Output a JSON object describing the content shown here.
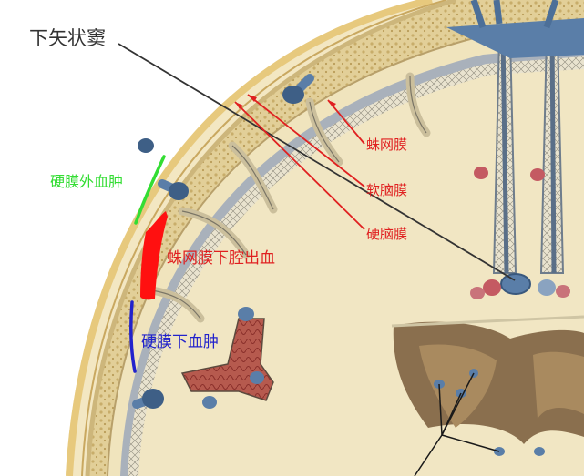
{
  "labels": {
    "superior_sagittal_sinus": "下矢状窦",
    "arachnoid": "蛛网膜",
    "pia_mater": "软脑膜",
    "dura_mater": "硬脑膜",
    "epidural_hematoma": "硬膜外血肿",
    "subarachnoid_hemorrhage": "蛛网膜下腔出血",
    "subdural_hematoma": "硬膜下血肿"
  },
  "colors": {
    "annotation_red": "#e02020",
    "epidural_green": "#33dd33",
    "subdural_blue": "#2222cc",
    "leader_dark": "#333333",
    "hemorrhage_fill": "#ff1010",
    "skull_cream": "#e8d7a6",
    "diploe_tan": "#d8c284",
    "brain_cream": "#f1e6c3",
    "dura_grey": "#9fa7b1",
    "vessel_blue": "#5a7ea8",
    "artery_red": "#b8444a"
  }
}
